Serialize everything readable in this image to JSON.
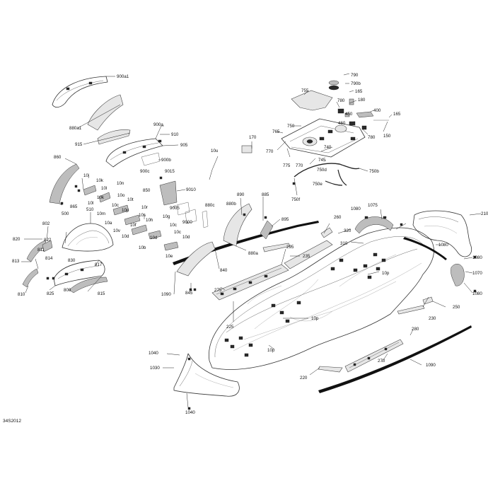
{
  "diagram": {
    "reference_code": "34S2012",
    "labels": [
      "900a1",
      "880a1",
      "915",
      "900a",
      "910",
      "905",
      "900b",
      "900c",
      "860",
      "10j",
      "10k",
      "10l",
      "10l",
      "10k",
      "10m",
      "10n",
      "10o",
      "10c",
      "10t",
      "10r",
      "10s",
      "10p",
      "10g",
      "10a",
      "10v",
      "10f",
      "10d",
      "10h",
      "10c",
      "10b",
      "10d",
      "10e",
      "10d",
      "850",
      "10c",
      "865",
      "500",
      "510",
      "802",
      "822",
      "820",
      "813",
      "814",
      "811",
      "830",
      "817",
      "810",
      "825",
      "800",
      "815",
      "9015",
      "9010",
      "9005",
      "9000",
      "880c",
      "880b",
      "170",
      "10u",
      "890",
      "885",
      "895",
      "880a",
      "840",
      "845",
      "1090",
      "275",
      "295",
      "235",
      "225",
      "260",
      "320",
      "310",
      "1075",
      "1080",
      "210",
      "1080",
      "1080",
      "1070",
      "1080",
      "10p",
      "250",
      "230",
      "10p",
      "10p",
      "280",
      "270",
      "1090",
      "220",
      "790",
      "790b",
      "755",
      "165",
      "180",
      "780",
      "450",
      "460",
      "400",
      "165",
      "150",
      "780",
      "750",
      "765",
      "770",
      "775",
      "740",
      "770",
      "745",
      "750d",
      "750e",
      "750f",
      "750b",
      "1040",
      "1030",
      "1040"
    ]
  }
}
